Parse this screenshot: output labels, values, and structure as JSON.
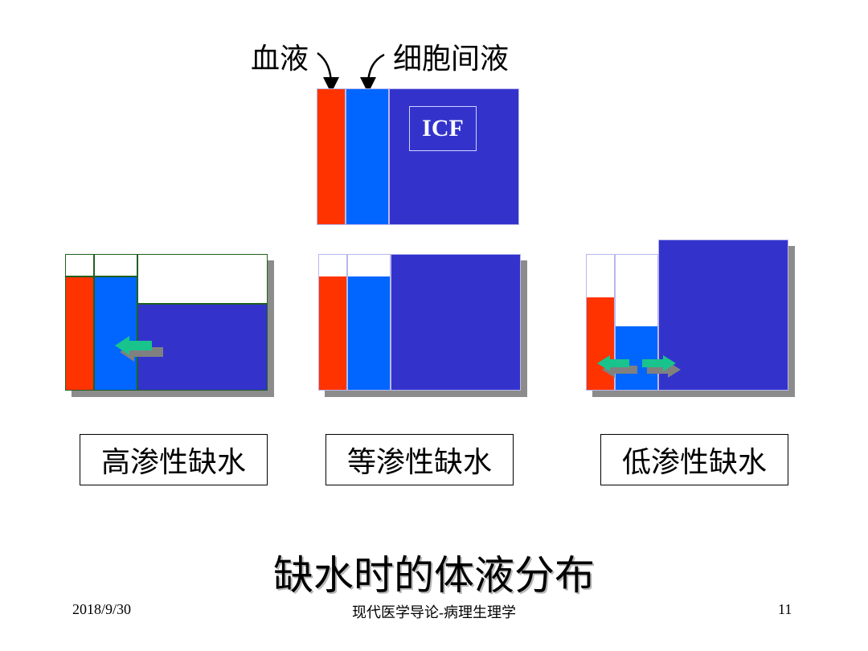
{
  "labels": {
    "blood": "血液",
    "interstitial": "细胞间液",
    "icf": "ICF"
  },
  "types": {
    "hypertonic": "高渗性缺水",
    "isotonic": "等渗性缺水",
    "hypotonic": "低渗性缺水"
  },
  "title": "缺水时的体液分布",
  "footer": {
    "date": "2018/9/30",
    "course": "现代医学导论-病理生理学",
    "page": "11"
  },
  "colors": {
    "plasma": "#ff3300",
    "interstitial": "#0066ff",
    "icf": "#3333cc",
    "arrow": "#19c38c"
  }
}
